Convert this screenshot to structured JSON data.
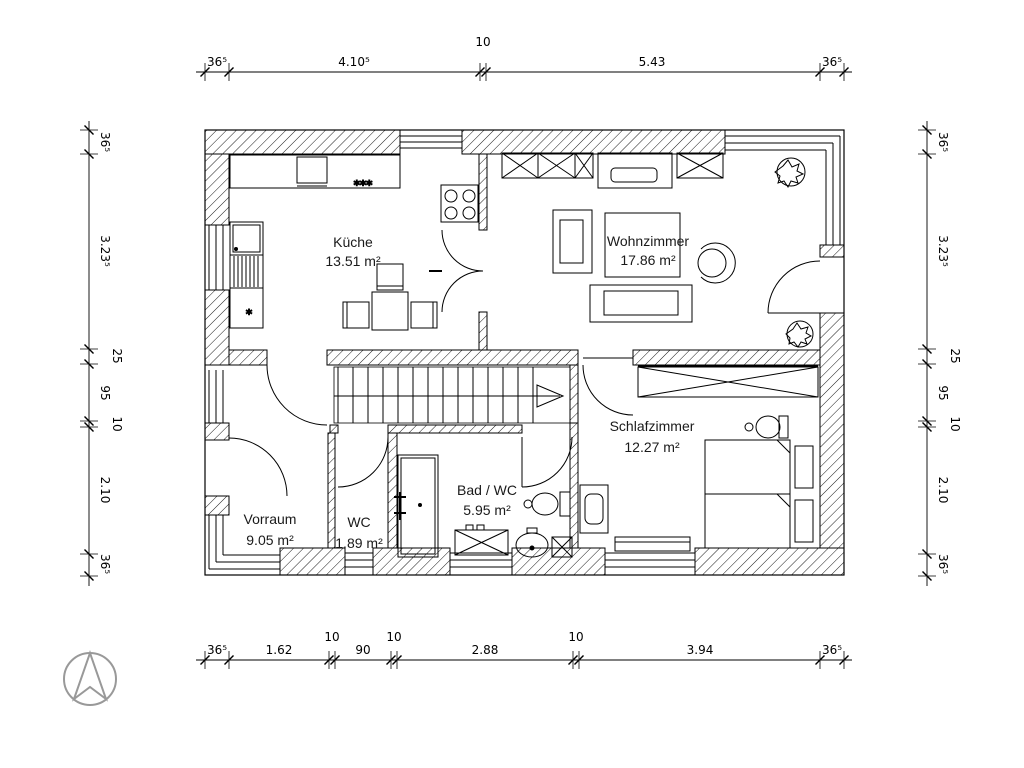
{
  "drawing": {
    "type": "floor-plan",
    "language": "de"
  },
  "rooms": [
    {
      "id": "kueche",
      "name": "Küche",
      "area": "13.51 m²"
    },
    {
      "id": "wohnzimmer",
      "name": "Wohnzimmer",
      "area": "17.86 m²"
    },
    {
      "id": "schlafzimmer",
      "name": "Schlafzimmer",
      "area": "12.27 m²"
    },
    {
      "id": "bad",
      "name": "Bad / WC",
      "area": "5.95 m²"
    },
    {
      "id": "wc",
      "name": "WC",
      "area": "1.89 m²"
    },
    {
      "id": "vorraum",
      "name": "Vorraum",
      "area": "9.05 m²"
    }
  ],
  "dimensions": {
    "top": [
      "36⁵",
      "4.10⁵",
      "10",
      "5.43",
      "36⁵"
    ],
    "bottom": [
      "36⁵",
      "1.62",
      "10",
      "90",
      "10",
      "2.88",
      "10",
      "3.94",
      "36⁵"
    ],
    "left": [
      "36⁵",
      "3.23⁵",
      "25",
      "95",
      "10",
      "2.10",
      "36⁵"
    ],
    "right": [
      "36⁵",
      "3.23⁵",
      "25",
      "95",
      "10",
      "2.10",
      "36⁵"
    ]
  },
  "symbols": {
    "freezer_stars": "***",
    "fridge_star": "*"
  },
  "colors": {
    "line": "#000000",
    "north_arrow": "#999999",
    "background": "#ffffff"
  }
}
